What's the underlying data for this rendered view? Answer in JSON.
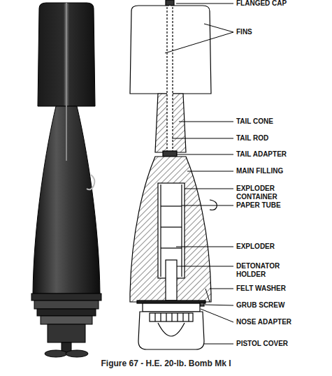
{
  "diagram": {
    "caption": "Figure 67 - H.E. 20-lb. Bomb Mk I",
    "labels": [
      "FLANGED CAP",
      "FINS",
      "TAIL CONE",
      "TAIL ROD",
      "TAIL ADAPTER",
      "MAIN FILLING",
      "EXPLODER CONTAINER",
      "PAPER TUBE",
      "EXPLODER",
      "DETONATOR HOLDER",
      "FELT WASHER",
      "GRUB SCREW",
      "NOSE ADAPTER",
      "PISTOL COVER"
    ]
  }
}
